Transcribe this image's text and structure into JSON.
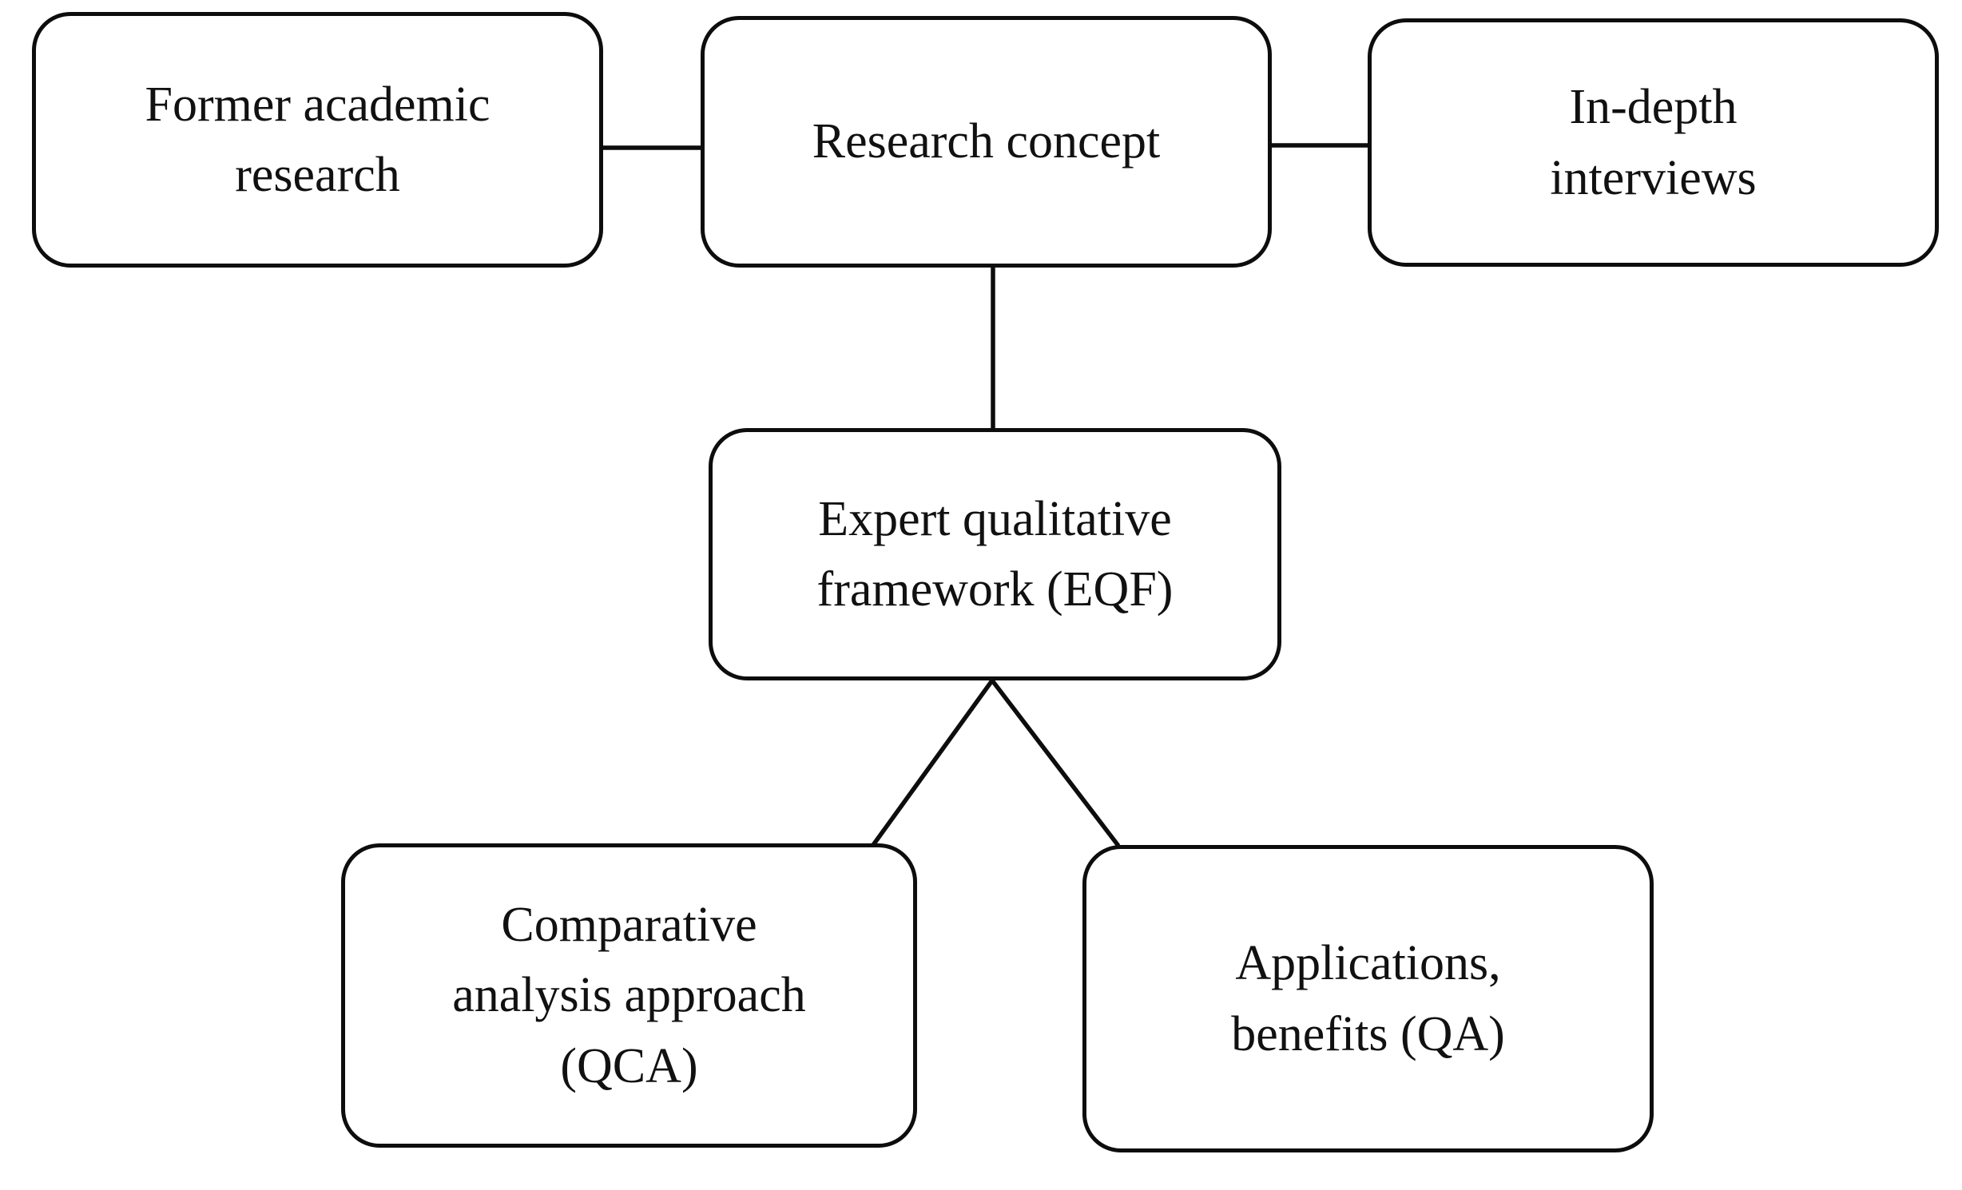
{
  "diagram": {
    "type": "flowchart",
    "background_color": "#ffffff",
    "stroke_color": "#0d0d0d",
    "text_color": "#111111",
    "nodes": [
      {
        "id": "former-academic-research",
        "label": "Former academic\nresearch"
      },
      {
        "id": "research-concept",
        "label": "Research concept"
      },
      {
        "id": "in-depth-interviews",
        "label": "In-depth\ninterviews"
      },
      {
        "id": "expert-qualitative-framework",
        "label": "Expert qualitative\nframework (EQF)"
      },
      {
        "id": "comparative-analysis-approach",
        "label": "Comparative\nanalysis approach\n(QCA)"
      },
      {
        "id": "applications-benefits",
        "label": "Applications,\nbenefits (QA)"
      }
    ],
    "edges": [
      {
        "from": "former-academic-research",
        "to": "research-concept"
      },
      {
        "from": "research-concept",
        "to": "in-depth-interviews"
      },
      {
        "from": "research-concept",
        "to": "expert-qualitative-framework"
      },
      {
        "from": "expert-qualitative-framework",
        "to": "comparative-analysis-approach"
      },
      {
        "from": "expert-qualitative-framework",
        "to": "applications-benefits"
      }
    ]
  }
}
